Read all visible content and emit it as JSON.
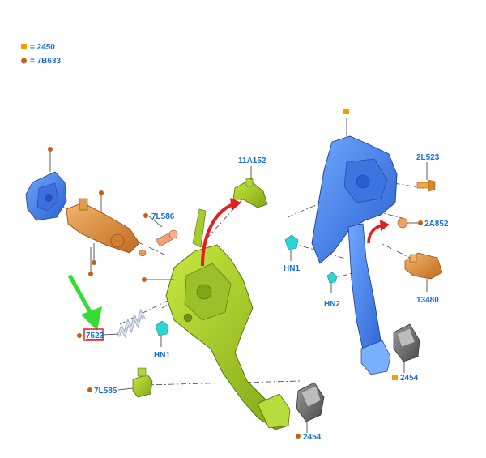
{
  "legend": [
    {
      "shape": "square",
      "color": "#f0a000",
      "label": "= 2450"
    },
    {
      "shape": "circle",
      "color": "#c0621a",
      "label": "= 7B633"
    }
  ],
  "callouts": {
    "c_11a152": "11A152",
    "c_7l586": "7L586",
    "c_7523": "7523",
    "c_hn1_left": "HN1",
    "c_7l585": "7L585",
    "c_2454_left": "2454",
    "c_2l523": "2L523",
    "c_2a852": "2A852",
    "c_hn1_right": "HN1",
    "c_hn2": "HN2",
    "c_13480": "13480",
    "c_2454_right": "2454"
  },
  "colors": {
    "label_blue": "#1a6fd6",
    "square_marker": "#f0a000",
    "circle_marker": "#c0621a",
    "green_arrow": "#33dd33",
    "red_arrow": "#e02020",
    "highlight_box": "#e02020"
  }
}
